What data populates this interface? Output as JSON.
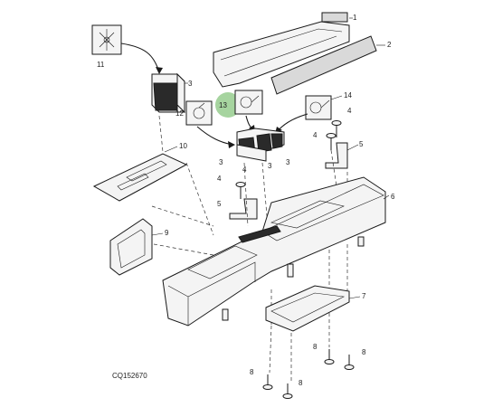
{
  "diagram": {
    "drawing_code": "CQ152670",
    "callouts": {
      "c1": "1",
      "c2": "2",
      "c3a": "3",
      "c3b": "3",
      "c3c": "3",
      "c4a": "4",
      "c4b": "4",
      "c4c": "4",
      "c5a": "5",
      "c5b": "5",
      "c6": "6",
      "c7": "7",
      "c8a": "8",
      "c8b": "8",
      "c8c": "8",
      "c8d": "8",
      "c9": "9",
      "c10": "10",
      "c11": "11",
      "c12": "12",
      "c13": "13",
      "c14": "14"
    },
    "highlight_color": "#9ccf95"
  }
}
